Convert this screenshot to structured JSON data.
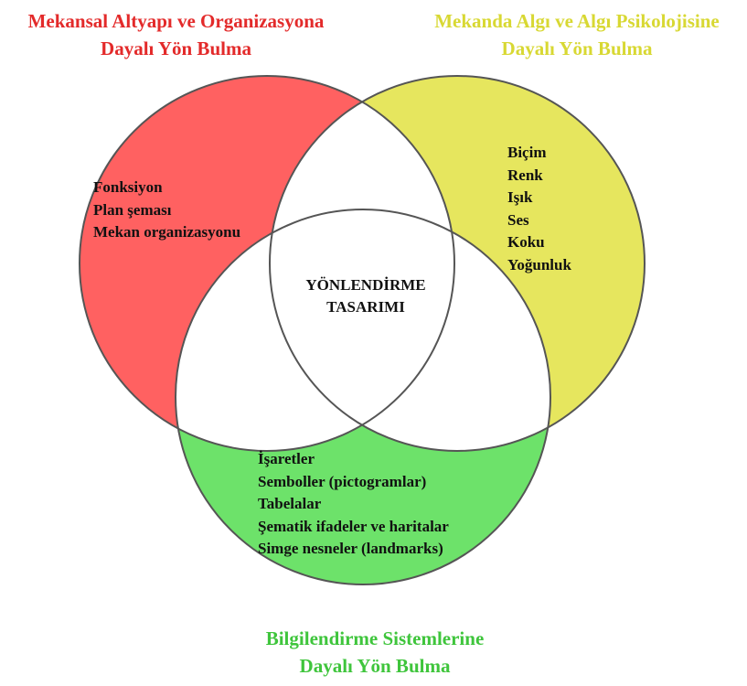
{
  "colors": {
    "red": "#ff6161",
    "yellow": "#e6e65e",
    "green": "#6de26a",
    "center": "#ffffff",
    "outline": "#555555",
    "title_red": "#e32a2a",
    "title_yellow": "#d8d833",
    "title_green": "#3fc53c"
  },
  "circles": {
    "red": {
      "title": [
        "Mekansal Altyapı ve Organizasyona",
        "Dayalı Yön Bulma"
      ],
      "items": [
        "Fonksiyon",
        "Plan şeması",
        "Mekan organizasyonu"
      ]
    },
    "yellow": {
      "title": [
        "Mekanda Algı ve Algı Psikolojisine",
        "Dayalı Yön Bulma"
      ],
      "items": [
        "Biçim",
        "Renk",
        "Işık",
        "Ses",
        "Koku",
        "Yoğunluk"
      ]
    },
    "green": {
      "title": [
        "Bilgilendirme Sistemlerine",
        "Dayalı Yön Bulma"
      ],
      "items": [
        "İşaretler",
        "Semboller (pictogramlar)",
        "Tabelalar",
        "Şematik ifadeler ve haritalar",
        "Simge nesneler (landmarks)"
      ]
    }
  },
  "center": {
    "lines": [
      "YÖNLENDİRME",
      "TASARIMI"
    ]
  }
}
